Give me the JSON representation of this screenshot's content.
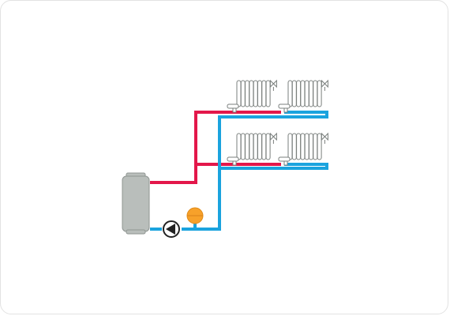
{
  "diagram": {
    "components": {
      "boiler": "boiler",
      "pump": "circulation-pump",
      "expansion_vessel": "expansion-vessel",
      "radiators": [
        "radiator-upper-left",
        "radiator-upper-right",
        "radiator-lower-left",
        "radiator-lower-right"
      ]
    },
    "colors": {
      "supply_pipe": "#e3174a",
      "return_pipe": "#1aa3de",
      "boiler_body": "#b9bebb",
      "boiler_outline": "#8f9592",
      "expansion_vessel": "#f7a12a",
      "radiator_outline": "#7a7f7d",
      "pump_outline": "#222222"
    },
    "icons": {
      "pump": "pump-icon",
      "valve": "valve-icon",
      "thermostatic_valve": "thermostatic-valve-icon"
    }
  }
}
